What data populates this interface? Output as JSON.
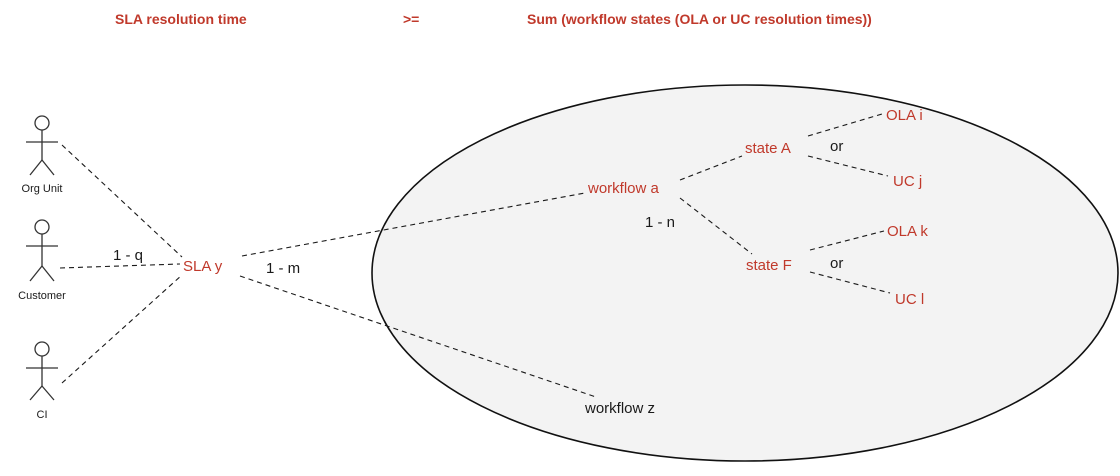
{
  "colors": {
    "accent": "#c0392b",
    "text": "#1a1a1a"
  },
  "header": {
    "left": "SLA resolution time",
    "operator": ">=",
    "right": "Sum (workflow states (OLA or UC resolution times))"
  },
  "actors": [
    "Org Unit",
    "Customer",
    "CI"
  ],
  "nodes": {
    "sla": "SLA y",
    "workflow_a": "workflow a",
    "workflow_z": "workflow z",
    "state_a": "state A",
    "state_f": "state F",
    "ola_i": "OLA i",
    "uc_j": "UC j",
    "ola_k": "OLA k",
    "uc_l": "UC l"
  },
  "relations": {
    "customer_sla": "1 - q",
    "sla_workflow": "1 - m",
    "workflow_state": "1 - n",
    "or_a": "or",
    "or_f": "or"
  }
}
